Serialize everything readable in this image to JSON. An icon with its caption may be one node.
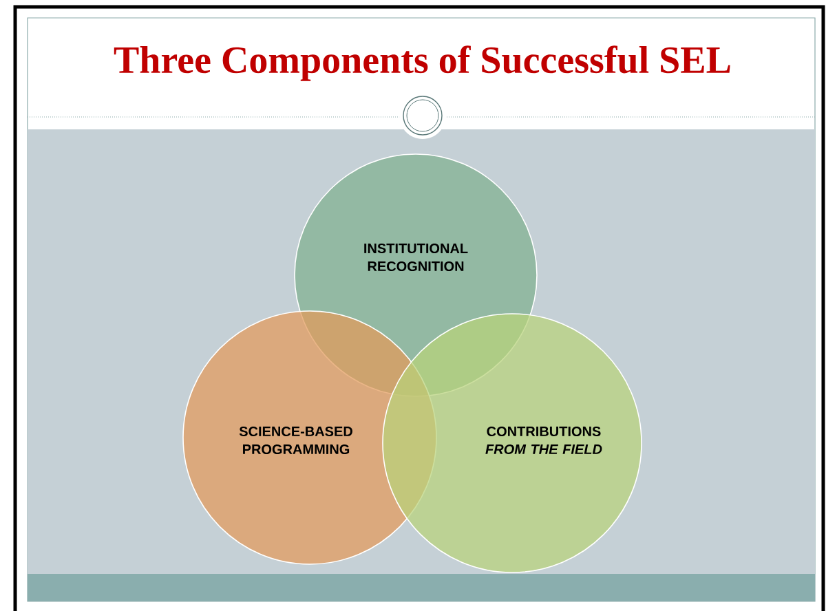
{
  "diagram": {
    "title": "Three Components of Successful SEL",
    "nodes": [
      {
        "text": [
          "INSTITUTIONAL RECOGNITION"
        ]
      },
      {
        "text": [
          "SCIENCE-BASED PROGRAMMING"
        ]
      },
      {
        "text": [
          "CONTRIBUTIONS *FROM THE FIELD*"
        ]
      }
    ]
  }
}
